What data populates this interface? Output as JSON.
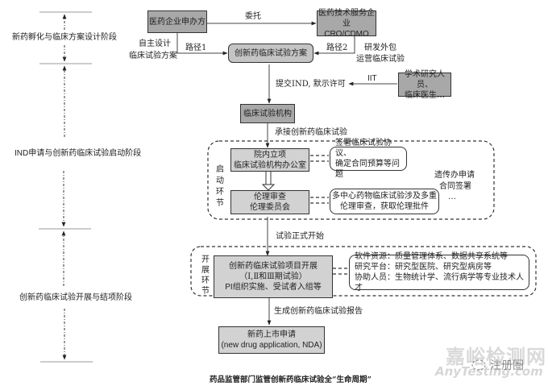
{
  "phases": [
    {
      "label": "新药孵化与临床方案设计阶段"
    },
    {
      "label": "IND申请与创新药临床试验启动阶段"
    },
    {
      "label": "创新药临床试验开展与结项阶段"
    }
  ],
  "nodes": {
    "sponsor": "医药企业申办方",
    "cro_line1": "医药技术服务企业",
    "cro_line2": "CRO/CDMO",
    "protocol": "创新药临床试验方案",
    "academic_line1": "学术研究人员、",
    "academic_line2": "临床医生…",
    "institution": "临床试验机构",
    "approval_line1": "院内立项",
    "approval_line2": "临床试验机构办公室",
    "ethics_line1": "伦理审查",
    "ethics_line2": "伦理委员会",
    "trial_line1": "创新药临床试验项目开展",
    "trial_line2": "（Ⅰ,Ⅱ和Ⅲ期试验）",
    "trial_line3": "PI组织实施、受试者入组等",
    "nda_line1": "新药上市申请",
    "nda_line2": "(new drug application, NDA)"
  },
  "edges": {
    "entrust": "委托",
    "path1": "路径1",
    "path2": "路径2",
    "self_design_line1": "自主设计",
    "self_design_line2": "临床试验方案",
    "outsource_line1": "研发外包",
    "outsource_line2": "运营临床试验",
    "submit_ind": "提交IND, 默示许可",
    "iit": "IIT",
    "undertake": "承接创新药临床试验",
    "trial_start": "试验正式开始",
    "gen_report": "生成创新药临床试验报告"
  },
  "groups": {
    "startup_label": [
      "启",
      "动",
      "环",
      "节"
    ],
    "conduct_label": [
      "开",
      "展",
      "环",
      "节"
    ],
    "startup_side_line1": "遗传办申请",
    "startup_side_line2": "合同签署",
    "startup_side_line3": "…"
  },
  "notes": {
    "contract_line1": "签署临床试验协议、",
    "contract_line2": "确定合同预算等问题",
    "multicenter_line1": "多中心药物临床试验涉及多重",
    "multicenter_line2": "伦理审查，获取伦理批件",
    "resources_line1": "软件资源：质量管理体系、数据共享系统等",
    "resources_line2": "研究平台：研究型医院、研究型病房等",
    "resources_line3": "协助人员：生物统计学、流行病学等专业技术人才"
  },
  "caption": "药品监管部门监管创新药临床试验全“生命周期”",
  "watermark": {
    "brand_cn": "嘉峪检测网",
    "brand_en": "AnyTesting.com",
    "registered": "注册圈"
  }
}
